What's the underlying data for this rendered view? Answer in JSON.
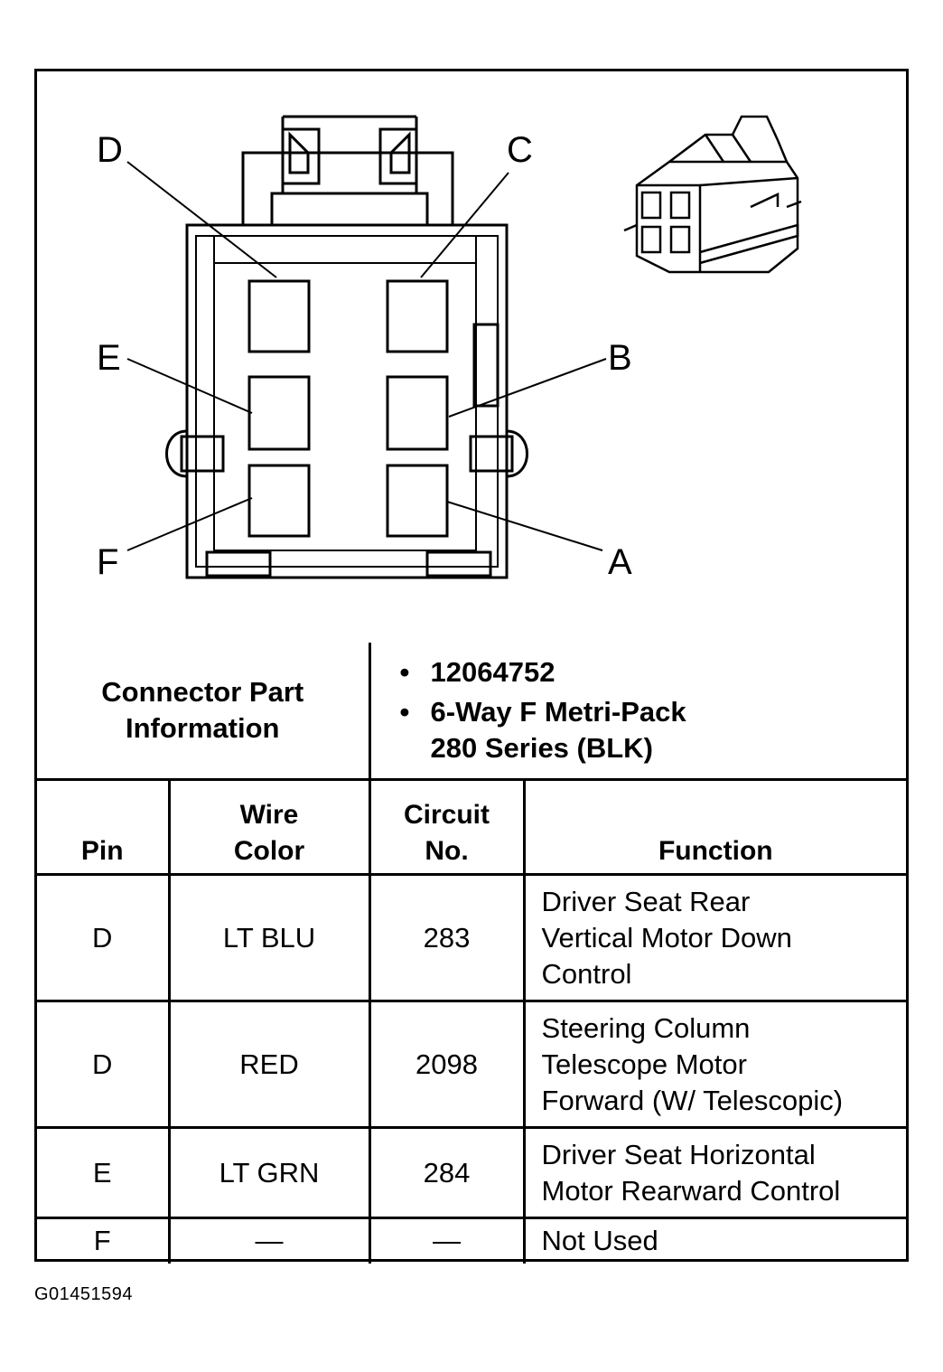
{
  "diagram": {
    "pin_labels": [
      "D",
      "C",
      "E",
      "B",
      "F",
      "A"
    ]
  },
  "connector_info": {
    "label_line1": "Connector Part",
    "label_line2": "Information",
    "part_number": "12064752",
    "description_line1": "6-Way F Metri-Pack",
    "description_line2": "280 Series (BLK)"
  },
  "table": {
    "headers": {
      "pin": "Pin",
      "wire_color_line1": "Wire",
      "wire_color_line2": "Color",
      "circuit_line1": "Circuit",
      "circuit_line2": "No.",
      "function": "Function"
    },
    "rows": [
      {
        "pin": "D",
        "wire_color": "LT BLU",
        "circuit": "283",
        "function": [
          "Driver Seat Rear",
          "Vertical Motor Down",
          "Control"
        ]
      },
      {
        "pin": "D",
        "wire_color": "RED",
        "circuit": "2098",
        "function": [
          "Steering Column",
          "Telescope Motor",
          "Forward (W/ Telescopic)"
        ]
      },
      {
        "pin": "E",
        "wire_color": "LT GRN",
        "circuit": "284",
        "function": [
          "Driver Seat Horizontal",
          "Motor Rearward Control"
        ]
      },
      {
        "pin": "F",
        "wire_color": "—",
        "circuit": "—",
        "function": [
          "Not Used"
        ]
      }
    ]
  },
  "figure_code": "G01451594"
}
